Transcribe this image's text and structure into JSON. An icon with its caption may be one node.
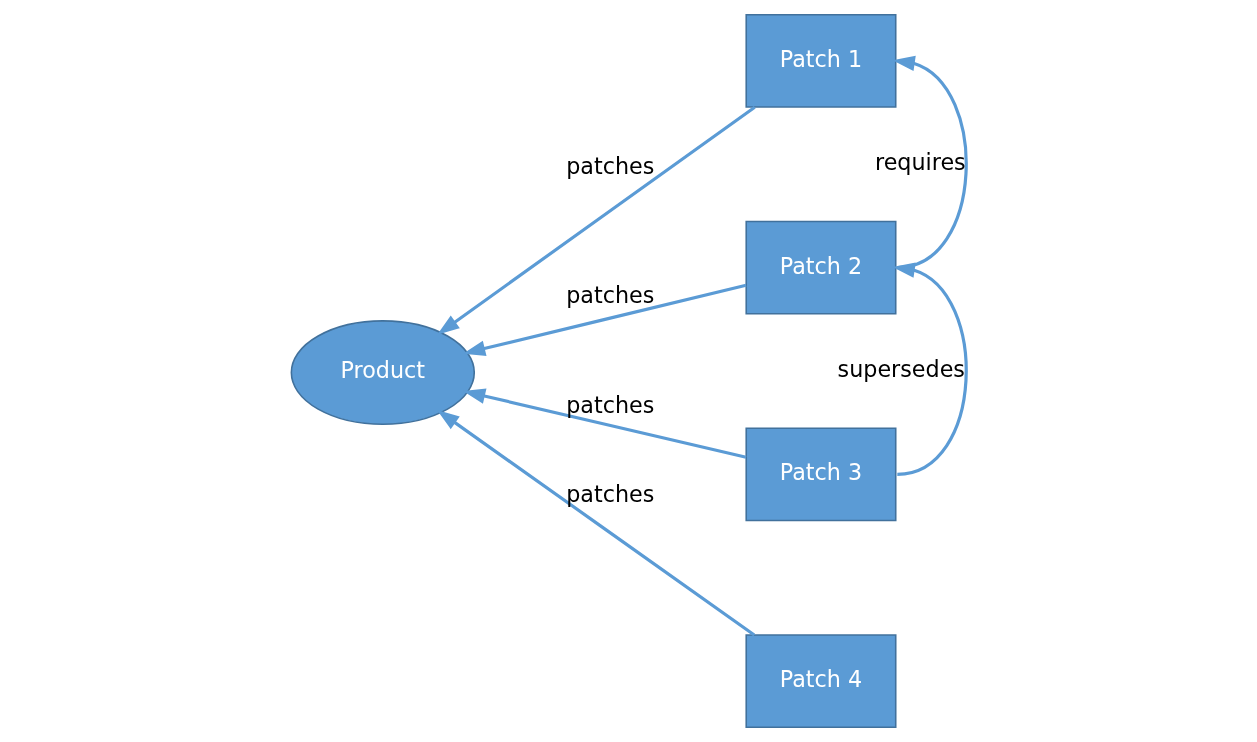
{
  "diagram": {
    "nodes": [
      {
        "text": [
          "Product"
        ]
      },
      {
        "text": [
          "Patch 1"
        ]
      },
      {
        "text": [
          "Patch 2"
        ]
      },
      {
        "text": [
          "Patch 3"
        ]
      },
      {
        "text": [
          "Patch 4"
        ]
      }
    ],
    "edges": [
      {
        "from": 1,
        "to": 0,
        "arrow": "to",
        "label": "patches"
      },
      {
        "from": 2,
        "to": 0,
        "arrow": "to",
        "label": "patches"
      },
      {
        "from": 3,
        "to": 0,
        "arrow": "to",
        "label": "patches"
      },
      {
        "from": 4,
        "to": 0,
        "arrow": "to",
        "label": "patches"
      },
      {
        "from": 2,
        "to": 1,
        "arrow": "to",
        "label": "requires"
      },
      {
        "from": 3,
        "to": 2,
        "arrow": "to",
        "label": "supersedes"
      }
    ]
  }
}
